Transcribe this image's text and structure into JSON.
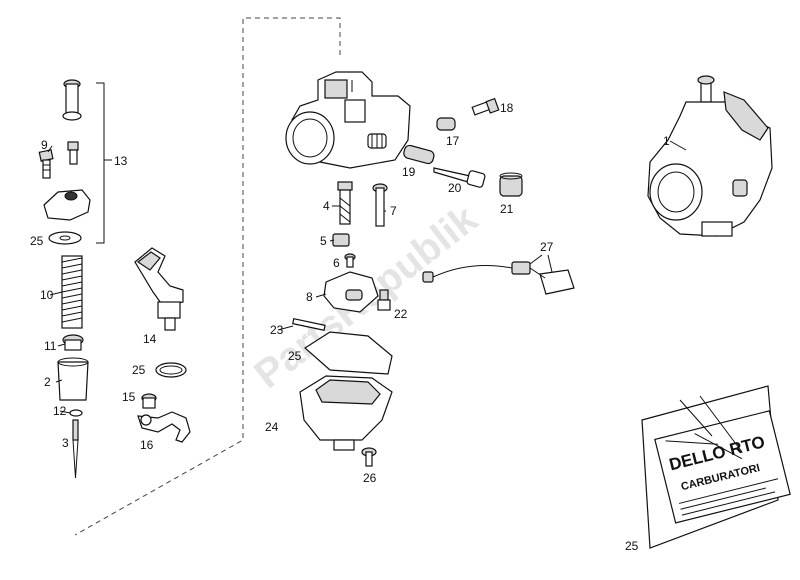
{
  "watermark": "PartsRepublik",
  "kit_bag": {
    "title": "DELLO RTO",
    "subtitle": "CARBURATORI"
  },
  "callouts": [
    "1",
    "2",
    "3",
    "4",
    "5",
    "6",
    "7",
    "8",
    "9",
    "10",
    "11",
    "12",
    "13",
    "14",
    "15",
    "16",
    "17",
    "18",
    "19",
    "20",
    "21",
    "22",
    "23",
    "24",
    "25",
    "25",
    "25",
    "25",
    "26",
    "27"
  ]
}
